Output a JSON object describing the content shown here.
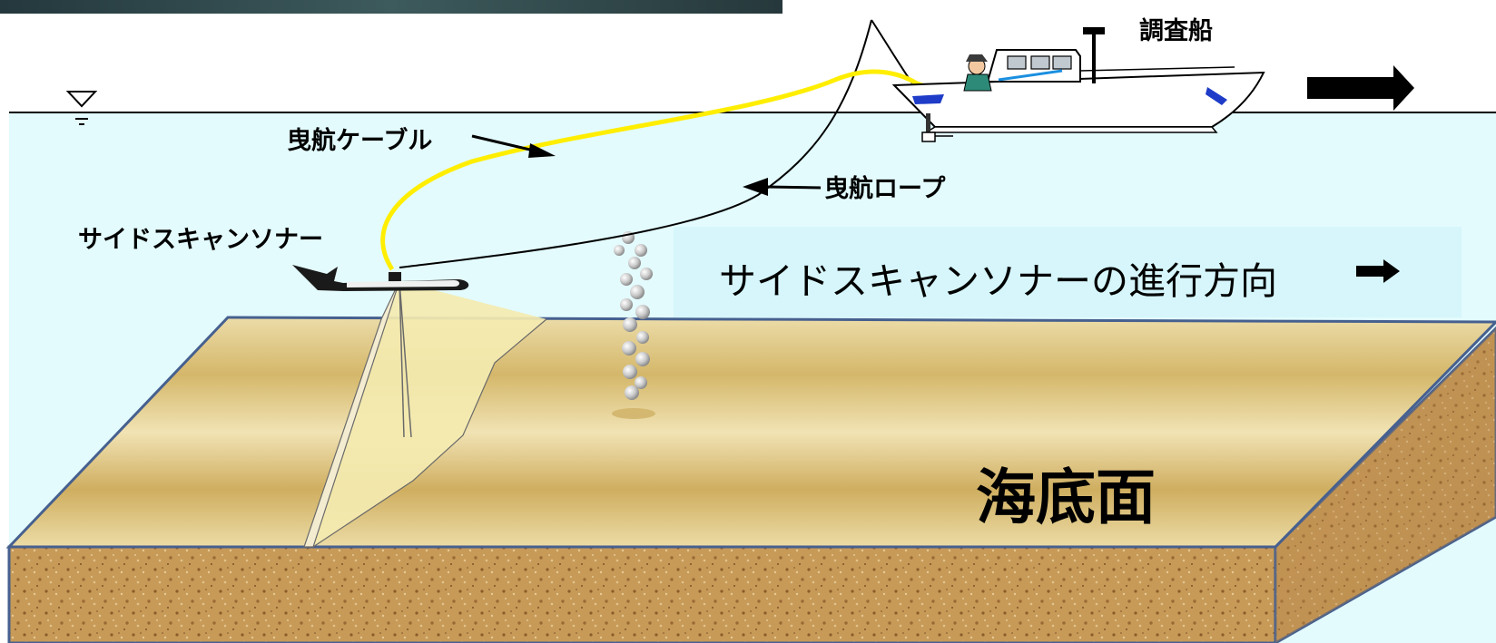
{
  "labels": {
    "survey_ship": "調査船",
    "tow_cable": "曳航ケーブル",
    "tow_rope": "曳航ロープ",
    "side_scan_sonar": "サイドスキャンソナー",
    "sonar_direction": "サイドスキャンソナーの進行方向",
    "seabed": "海底面"
  },
  "icons": {
    "water_level": "water-level-symbol",
    "ship_direction": "right-arrow",
    "sonar_direction": "right-arrow"
  },
  "colors": {
    "water": "#e3fbfd",
    "tow_cable": "#ffee00",
    "seabed_top": "#d8bd72",
    "seabed_side": "#c79a58",
    "seabed_outline": "#46608f",
    "sonar_beam": "#f4eab0",
    "direction_box": "#d6f6fb"
  }
}
